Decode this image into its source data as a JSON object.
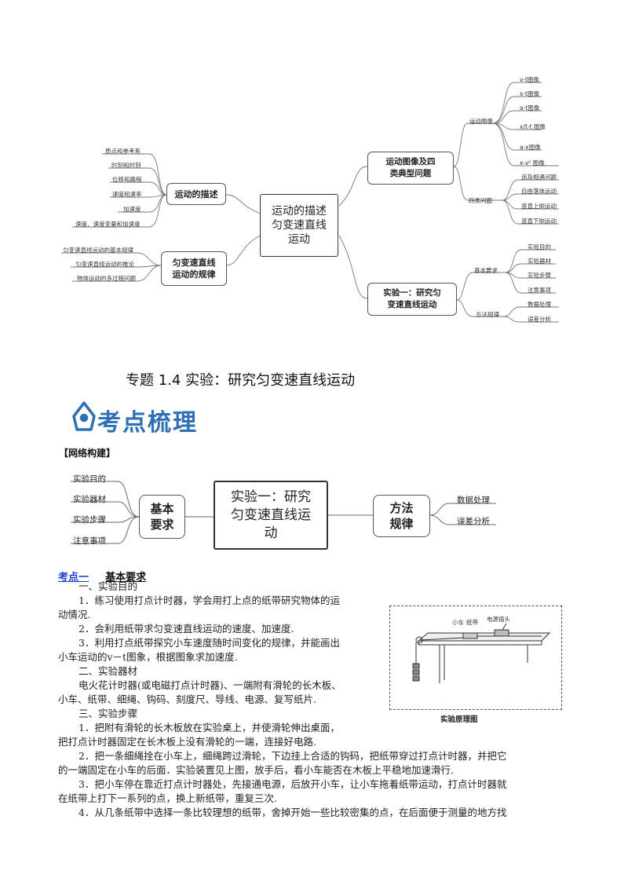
{
  "mindmap": {
    "center": "运动的描述\n匀变速直线\n运动",
    "left_branches": [
      {
        "label": "运动的描述",
        "items": [
          "质点和参考系",
          "时刻和时刻",
          "位移和路程",
          "速度和速率",
          "加速度",
          "速度、速度变量和加速度"
        ]
      },
      {
        "label": "匀变速直线\n运动的规律",
        "items": [
          "匀变速直线运动的基本规律",
          "匀变速直线运动的推论",
          "物体运动的多过程问题"
        ]
      }
    ],
    "right_branches": [
      {
        "label": "运动图像及四\n类典型问题",
        "groups": [
          {
            "label": "运动图像",
            "items": [
              "v-t图像",
              "x-t图像",
              "a-t图像",
              "x/t-t 图像",
              "a-x图像",
              "x-v² 图像"
            ]
          },
          {
            "label": "四类问题",
            "items": [
              "追及相遇问题",
              "自由落体运动",
              "竖直上抛运动",
              "竖直下抛运动"
            ]
          }
        ]
      },
      {
        "label": "实验一：研究匀\n变速直线运动",
        "groups": [
          {
            "label": "基本要求",
            "items": [
              "实验目的",
              "实验器材",
              "实验步骤",
              "注意事项"
            ]
          },
          {
            "label": "方法规律",
            "items": [
              "数据处理",
              "误差分析"
            ]
          }
        ]
      }
    ]
  },
  "page": {
    "title": "专题 1.4  实验：研究匀变速直线运动",
    "section_heading": "考点梳理",
    "network_label": "【网络构建】"
  },
  "network": {
    "center": "实验一：研究\n匀变速直线运\n动",
    "left_box": "基本\n要求",
    "left_items": [
      "实验目的",
      "实验器材",
      "实验步骤",
      "注意事项"
    ],
    "right_box": "方法\n规律",
    "right_items": [
      "数据处理",
      "误差分析"
    ]
  },
  "kaodian": {
    "label1": "考点一",
    "label2": "基本要求"
  },
  "body_lines": [
    "一、实验目的",
    "1．练习使用打点计时器，学会用打上点的纸带研究物体的运",
    "动情况.",
    "2．会利用纸带求匀变速直线运动的速度、加速度.",
    "3．利用打点纸带探究小车速度随时间变化的规律，并能画出",
    "小车运动的v－t图象，根据图象求加速度.",
    "二、实验器材",
    "电火花计时器(或电磁打点计时器)、一端附有滑轮的长木板、",
    "小车、纸带、细绳、钩码、刻度尺、导线、电源、复写纸片.",
    "三、实验步骤",
    "1．把附有滑轮的长木板放在实验桌上，并使滑轮伸出桌面，",
    "把打点计时器固定在长木板上没有滑轮的一端，连接好电路.",
    "2．把一条细绳拴在小车上，细绳跨过滑轮，下边挂上合适的钩码，把纸带穿过打点计时器，并把它",
    "的一端固定在小车的后面．实验装置见上图，放手后，看小车能否在木板上平稳地加速滑行.",
    "3．把小车停在靠近打点计时器处，先接通电源，后放开小车，让小车拖着纸带运动，打点计时器就",
    "在纸带上打下一系列的点，换上新纸带，重复三次.",
    "4．从几条纸带中选择一条比较理想的纸带，舍掉开始一些比较密集的点，在后面便于测量的地方找"
  ],
  "figure": {
    "labels": [
      "小车",
      "纸带",
      "电源插头"
    ],
    "caption": "实验原理图"
  },
  "colors": {
    "heading_blue": "#2e6fb5",
    "link_blue": "#1d3fd6"
  }
}
